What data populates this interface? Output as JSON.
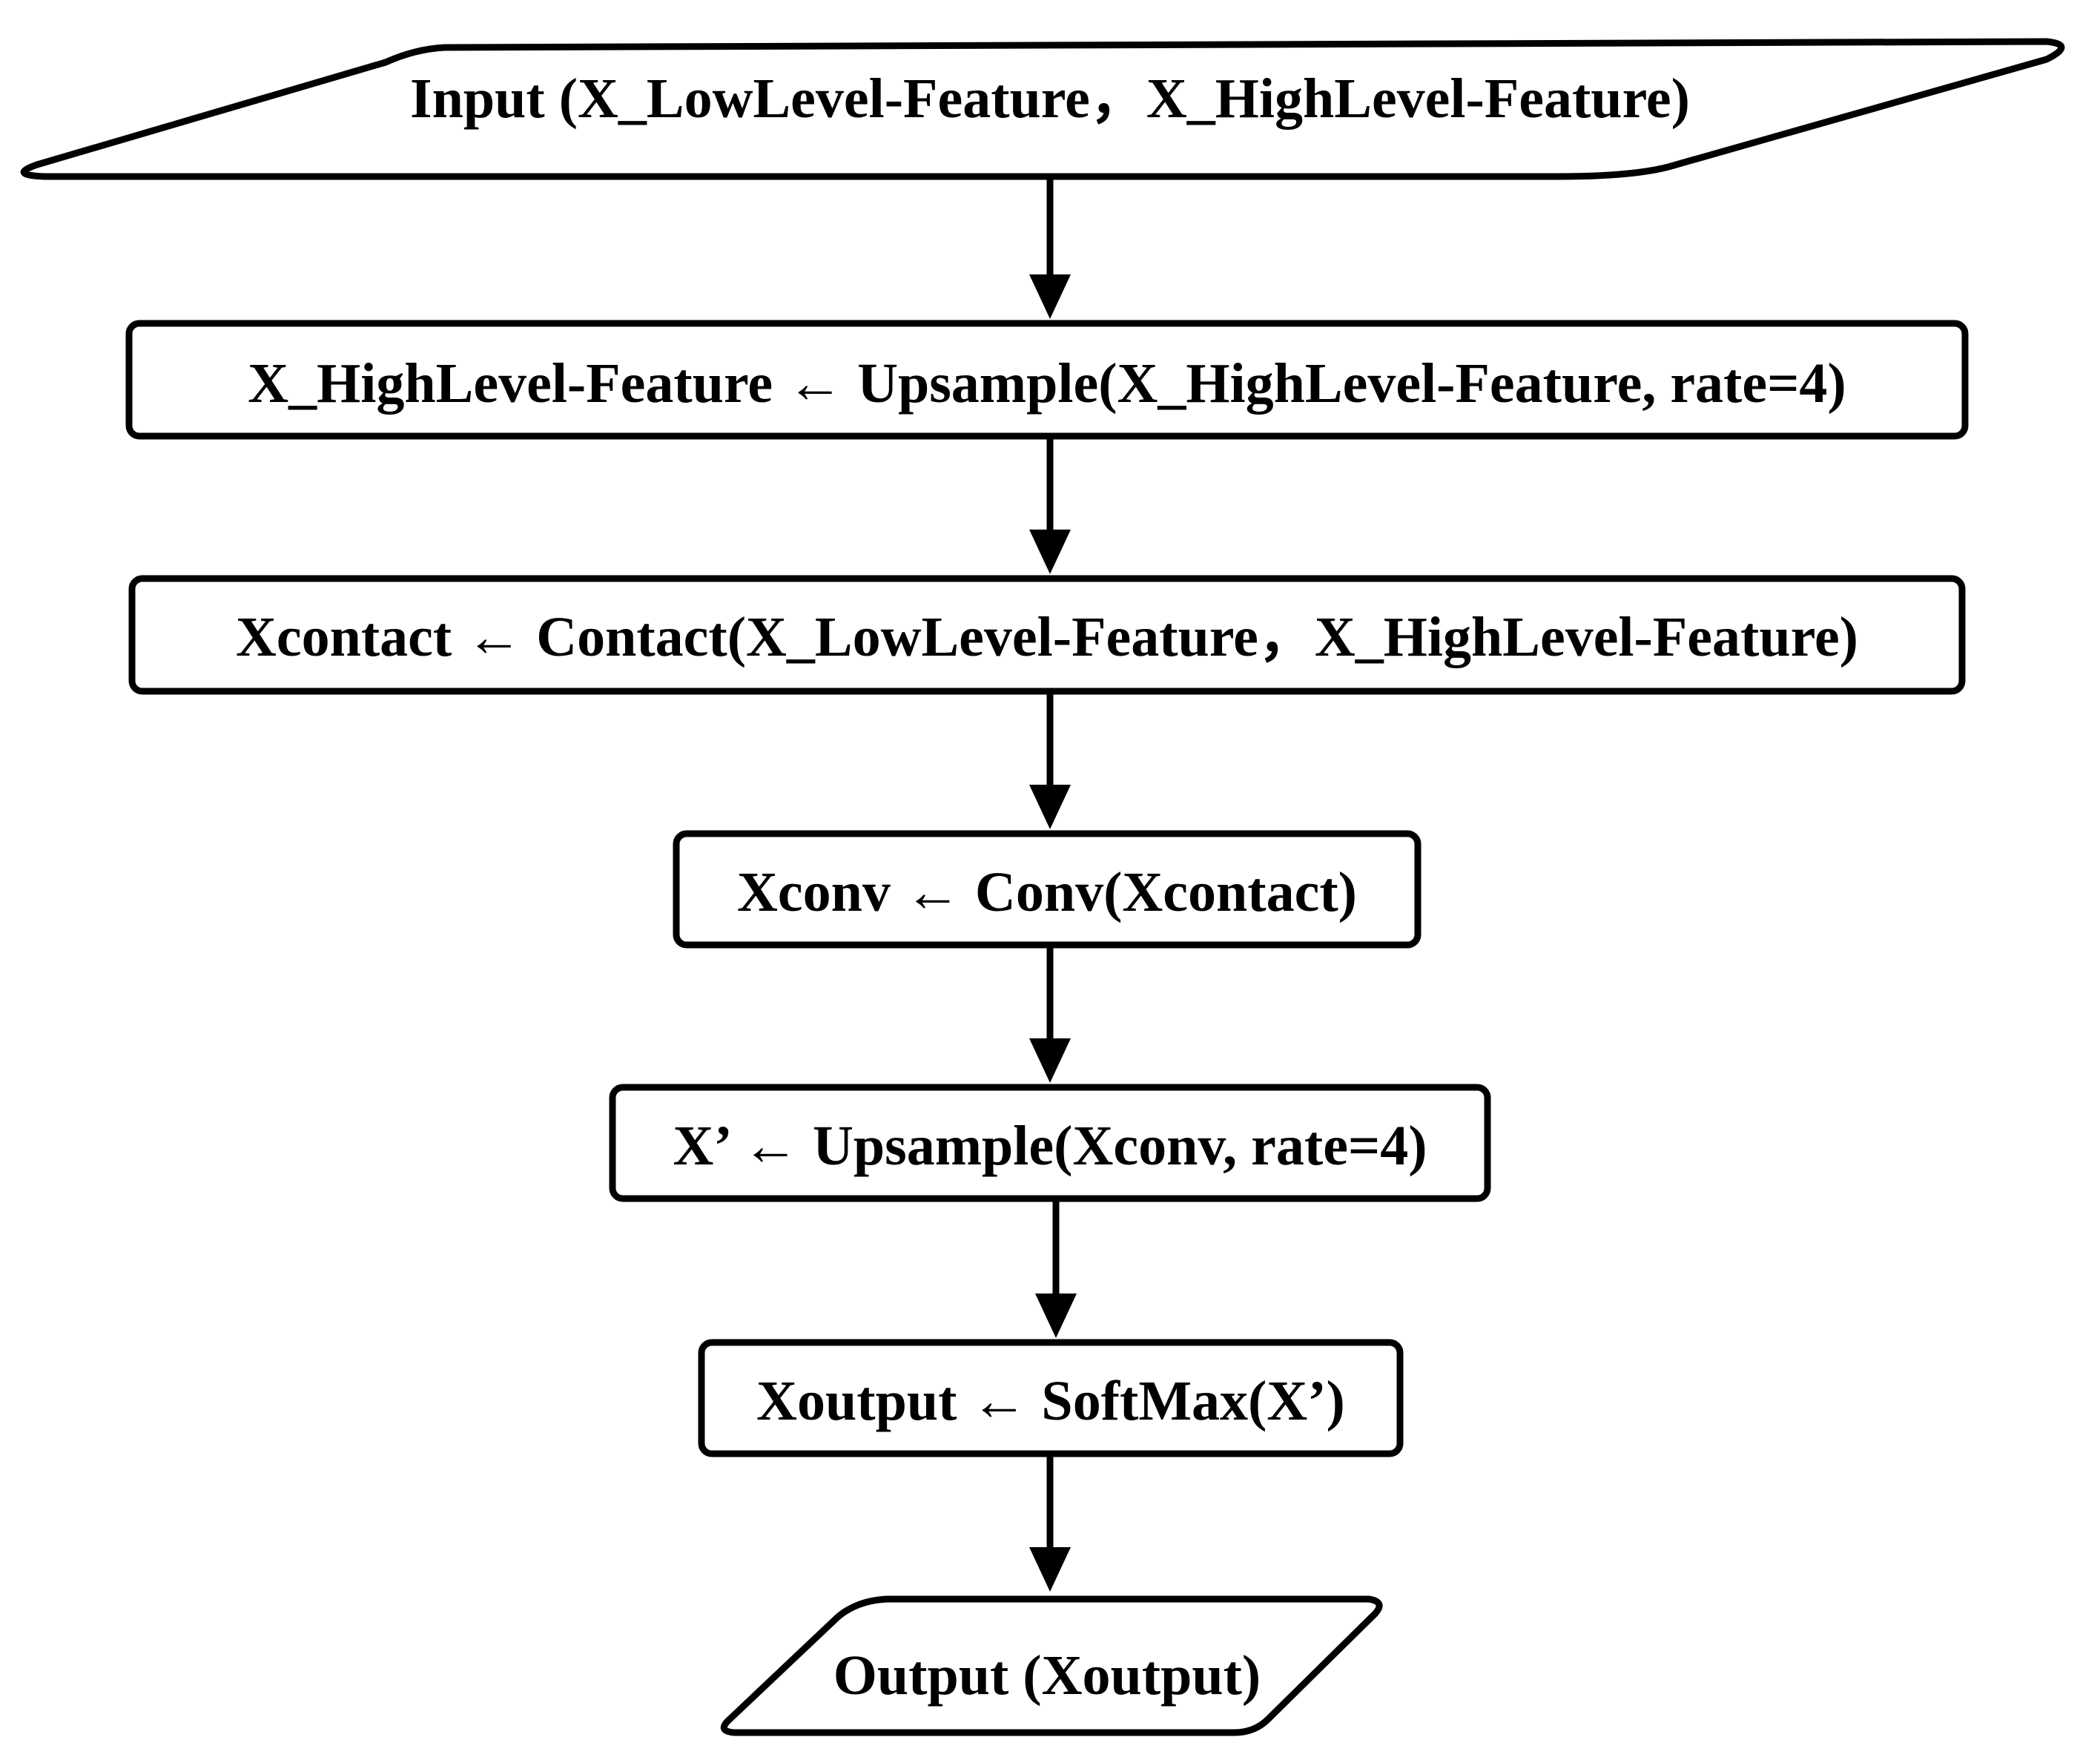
{
  "flowchart": {
    "input": {
      "label": "Input (X_LowLevel-Feature，X_HighLevel-Feature)"
    },
    "steps": [
      {
        "label": "X_HighLevel-Feature ← Upsample(X_HighLevel-Feature, rate=4)"
      },
      {
        "label": "Xcontact ← Contact(X_LowLevel-Feature，X_HighLevel-Feature)"
      },
      {
        "label": "Xconv ← Conv(Xcontact)"
      },
      {
        "label": "X’ ← Upsample(Xconv, rate=4)"
      },
      {
        "label": "Xoutput ← SoftMax(X’)"
      }
    ],
    "output": {
      "label": "Output (Xoutput)"
    }
  }
}
